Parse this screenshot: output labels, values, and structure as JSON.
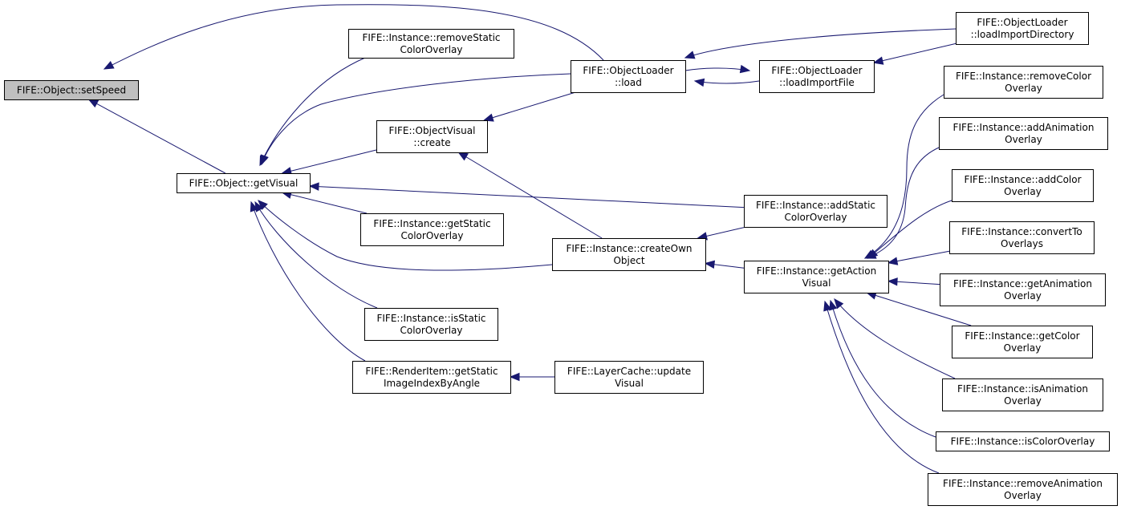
{
  "graph": {
    "edge_color": "#191970",
    "root_fill": "#bfbfbf",
    "nodes": [
      {
        "id": "setSpeed",
        "lines": [
          "FIFE::Object::setSpeed"
        ],
        "root": true
      },
      {
        "id": "getVisual",
        "lines": [
          "FIFE::Object::getVisual"
        ]
      },
      {
        "id": "removeStaticColorOverlay",
        "lines": [
          "FIFE::Instance::removeStatic",
          "ColorOverlay"
        ]
      },
      {
        "id": "objVisualCreate",
        "lines": [
          "FIFE::ObjectVisual",
          "::create"
        ]
      },
      {
        "id": "getStaticColorOverlay",
        "lines": [
          "FIFE::Instance::getStatic",
          "ColorOverlay"
        ]
      },
      {
        "id": "isStaticColorOverlay",
        "lines": [
          "FIFE::Instance::isStatic",
          "ColorOverlay"
        ]
      },
      {
        "id": "getStaticImageIndexByAngle",
        "lines": [
          "FIFE::RenderItem::getStatic",
          "ImageIndexByAngle"
        ]
      },
      {
        "id": "loaderLoad",
        "lines": [
          "FIFE::ObjectLoader",
          "::load"
        ]
      },
      {
        "id": "createOwnObject",
        "lines": [
          "FIFE::Instance::createOwn",
          "Object"
        ]
      },
      {
        "id": "layerCacheUpdateVisual",
        "lines": [
          "FIFE::LayerCache::update",
          "Visual"
        ]
      },
      {
        "id": "loadImportFile",
        "lines": [
          "FIFE::ObjectLoader",
          "::loadImportFile"
        ]
      },
      {
        "id": "addStaticColorOverlay",
        "lines": [
          "FIFE::Instance::addStatic",
          "ColorOverlay"
        ]
      },
      {
        "id": "getActionVisual",
        "lines": [
          "FIFE::Instance::getAction",
          "Visual"
        ]
      },
      {
        "id": "loadImportDirectory",
        "lines": [
          "FIFE::ObjectLoader",
          "::loadImportDirectory"
        ]
      },
      {
        "id": "removeColorOverlay",
        "lines": [
          "FIFE::Instance::removeColor",
          "Overlay"
        ]
      },
      {
        "id": "addAnimationOverlay",
        "lines": [
          "FIFE::Instance::addAnimation",
          "Overlay"
        ]
      },
      {
        "id": "addColorOverlay",
        "lines": [
          "FIFE::Instance::addColor",
          "Overlay"
        ]
      },
      {
        "id": "convertToOverlays",
        "lines": [
          "FIFE::Instance::convertTo",
          "Overlays"
        ]
      },
      {
        "id": "getAnimationOverlay",
        "lines": [
          "FIFE::Instance::getAnimation",
          "Overlay"
        ]
      },
      {
        "id": "getColorOverlay",
        "lines": [
          "FIFE::Instance::getColor",
          "Overlay"
        ]
      },
      {
        "id": "isAnimationOverlay",
        "lines": [
          "FIFE::Instance::isAnimation",
          "Overlay"
        ]
      },
      {
        "id": "isColorOverlay",
        "lines": [
          "FIFE::Instance::isColorOverlay"
        ]
      },
      {
        "id": "removeAnimationOverlay",
        "lines": [
          "FIFE::Instance::removeAnimation",
          "Overlay"
        ]
      }
    ],
    "edges": [
      {
        "from": "getVisual",
        "to": "setSpeed"
      },
      {
        "from": "loaderLoad",
        "to": "setSpeed"
      },
      {
        "from": "removeStaticColorOverlay",
        "to": "getVisual"
      },
      {
        "from": "objVisualCreate",
        "to": "getVisual"
      },
      {
        "from": "loaderLoad",
        "to": "getVisual"
      },
      {
        "from": "addStaticColorOverlay",
        "to": "getVisual"
      },
      {
        "from": "getStaticColorOverlay",
        "to": "getVisual"
      },
      {
        "from": "createOwnObject",
        "to": "getVisual"
      },
      {
        "from": "isStaticColorOverlay",
        "to": "getVisual"
      },
      {
        "from": "getStaticImageIndexByAngle",
        "to": "getVisual"
      },
      {
        "from": "loaderLoad",
        "to": "objVisualCreate"
      },
      {
        "from": "createOwnObject",
        "to": "objVisualCreate"
      },
      {
        "from": "layerCacheUpdateVisual",
        "to": "getStaticImageIndexByAngle"
      },
      {
        "from": "loadImportFile",
        "to": "loaderLoad"
      },
      {
        "from": "loaderLoad",
        "to": "loadImportFile"
      },
      {
        "from": "loadImportDirectory",
        "to": "loaderLoad"
      },
      {
        "from": "loadImportDirectory",
        "to": "loadImportFile"
      },
      {
        "from": "addStaticColorOverlay",
        "to": "createOwnObject"
      },
      {
        "from": "getActionVisual",
        "to": "createOwnObject"
      },
      {
        "from": "removeColorOverlay",
        "to": "getActionVisual"
      },
      {
        "from": "addAnimationOverlay",
        "to": "getActionVisual"
      },
      {
        "from": "addColorOverlay",
        "to": "getActionVisual"
      },
      {
        "from": "convertToOverlays",
        "to": "getActionVisual"
      },
      {
        "from": "getAnimationOverlay",
        "to": "getActionVisual"
      },
      {
        "from": "getColorOverlay",
        "to": "getActionVisual"
      },
      {
        "from": "isAnimationOverlay",
        "to": "getActionVisual"
      },
      {
        "from": "isColorOverlay",
        "to": "getActionVisual"
      },
      {
        "from": "removeAnimationOverlay",
        "to": "getActionVisual"
      }
    ]
  }
}
